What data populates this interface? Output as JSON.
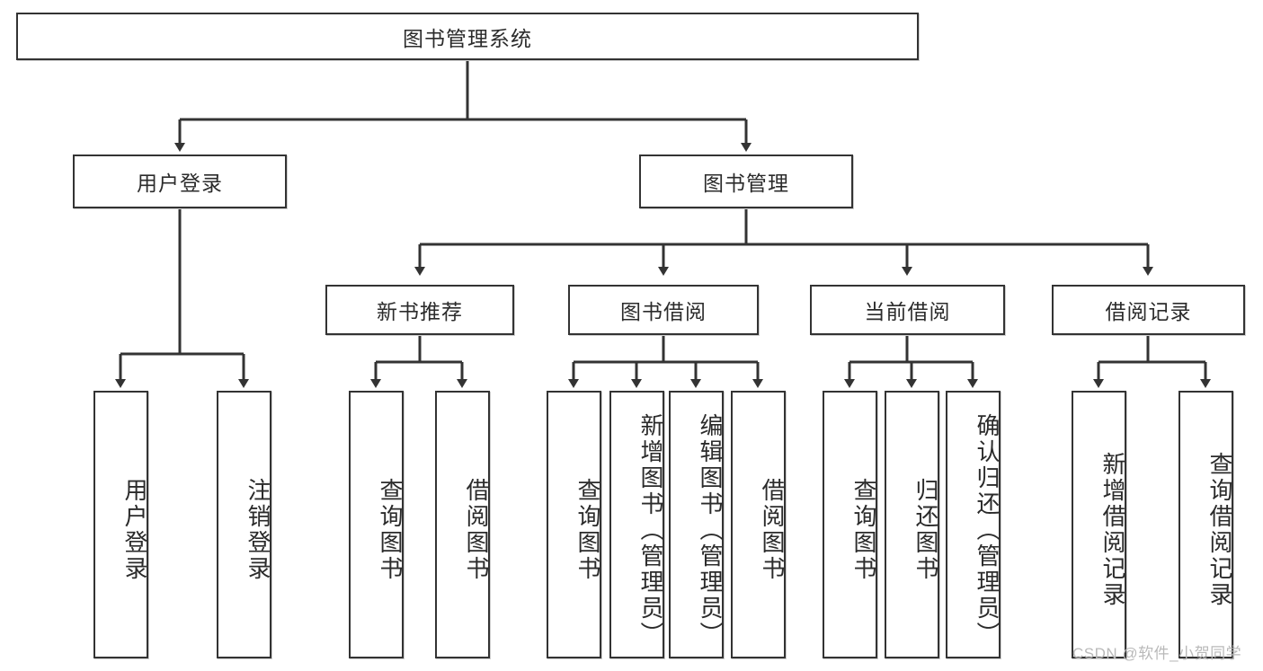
{
  "diagram": {
    "type": "tree-hierarchy-chart",
    "title": "图书管理系统",
    "colors": {
      "box_border": "#333333",
      "box_fill": "#ffffff",
      "connector": "#333333",
      "text": "#2b2b2b",
      "watermark": "#b9b9b9",
      "background": "#ffffff"
    },
    "levels": {
      "root": {
        "label": "图书管理系统"
      },
      "level2": [
        {
          "label": "用户登录"
        },
        {
          "label": "图书管理"
        }
      ],
      "level3": [
        {
          "label": "新书推荐"
        },
        {
          "label": "图书借阅"
        },
        {
          "label": "当前借阅"
        },
        {
          "label": "借阅记录"
        }
      ],
      "leaves": [
        {
          "label": "用户登录",
          "parent": "用户登录"
        },
        {
          "label": "注销登录",
          "parent": "用户登录"
        },
        {
          "label": "查询图书",
          "parent": "新书推荐"
        },
        {
          "label": "借阅图书",
          "parent": "新书推荐"
        },
        {
          "label": "查询图书",
          "parent": "图书借阅"
        },
        {
          "label": "新增图书（管理员）",
          "parent": "图书借阅"
        },
        {
          "label": "编辑图书（管理员）",
          "parent": "图书借阅"
        },
        {
          "label": "借阅图书",
          "parent": "图书借阅"
        },
        {
          "label": "查询图书",
          "parent": "当前借阅"
        },
        {
          "label": "归还图书",
          "parent": "当前借阅"
        },
        {
          "label": "确认归还（管理员）",
          "parent": "当前借阅"
        },
        {
          "label": "新增借阅记录",
          "parent": "借阅记录"
        },
        {
          "label": "查询借阅记录",
          "parent": "借阅记录"
        }
      ]
    },
    "watermark": "CSDN @软件_小贺同学"
  }
}
